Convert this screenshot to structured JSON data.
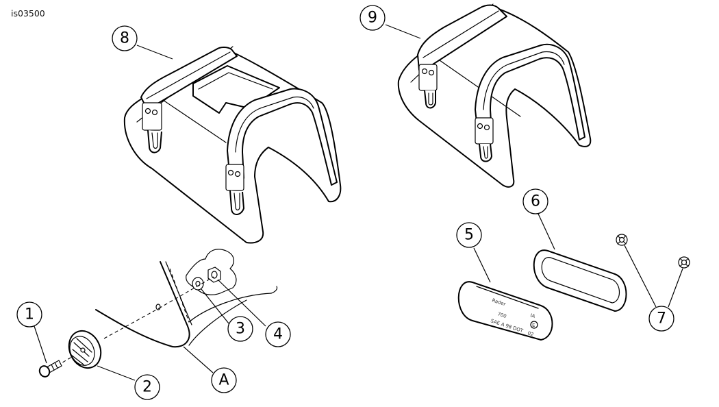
{
  "figure_id": "is03500",
  "callouts": [
    {
      "key": "c1",
      "label": "1"
    },
    {
      "key": "c2",
      "label": "2"
    },
    {
      "key": "c3",
      "label": "3"
    },
    {
      "key": "c4",
      "label": "4"
    },
    {
      "key": "c5",
      "label": "5"
    },
    {
      "key": "c6",
      "label": "6"
    },
    {
      "key": "c7",
      "label": "7"
    },
    {
      "key": "c8",
      "label": "8"
    },
    {
      "key": "c9",
      "label": "9"
    },
    {
      "key": "cA",
      "label": "A"
    }
  ],
  "reflector_text": {
    "brand": "Rader",
    "model": "700",
    "sae": "SAE A 98 DOT",
    "class": "IA",
    "mark": "E",
    "code": "02"
  }
}
